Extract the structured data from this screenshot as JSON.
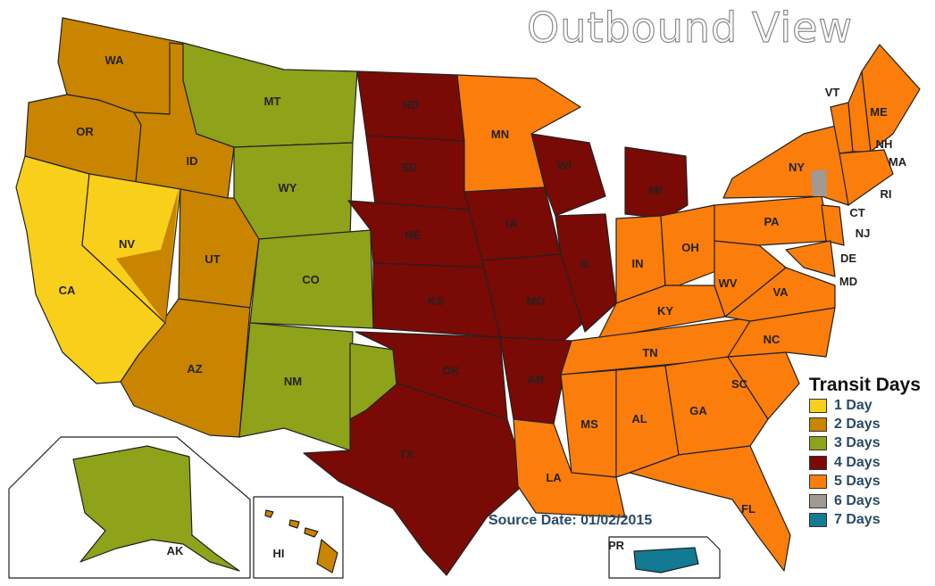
{
  "title": "Outbound View",
  "source_date": "Source Date: 01/02/2015",
  "legend": {
    "title": "Transit Days",
    "items": [
      {
        "label": "1 Day",
        "color": "#f8cf1a"
      },
      {
        "label": "2 Days",
        "color": "#c98400"
      },
      {
        "label": "3 Days",
        "color": "#8ea21a"
      },
      {
        "label": "4 Days",
        "color": "#7a0a05"
      },
      {
        "label": "5 Days",
        "color": "#fb7d0b"
      },
      {
        "label": "6 Days",
        "color": "#a09a93"
      },
      {
        "label": "7 Days",
        "color": "#127a93"
      }
    ]
  },
  "states": {
    "WA": "WA",
    "OR": "OR",
    "CA": "CA",
    "NV": "NV",
    "ID": "ID",
    "MT": "MT",
    "WY": "WY",
    "UT": "UT",
    "AZ": "AZ",
    "CO": "CO",
    "NM": "NM",
    "ND": "ND",
    "SD": "SD",
    "NE": "NE",
    "KS": "KS",
    "OK": "OK",
    "TX": "TX",
    "MN": "MN",
    "IA": "IA",
    "MO": "MO",
    "AR": "AR",
    "LA": "LA",
    "WI": "WI",
    "IL": "IL",
    "MI": "MI",
    "IN": "IN",
    "OH": "OH",
    "KY": "KY",
    "TN": "TN",
    "MS": "MS",
    "AL": "AL",
    "GA": "GA",
    "FL": "FL",
    "SC": "SC",
    "NC": "NC",
    "VA": "VA",
    "WV": "WV",
    "PA": "PA",
    "NY": "NY",
    "VT": "VT",
    "NH": "NH",
    "ME": "ME",
    "MA": "MA",
    "RI": "RI",
    "CT": "CT",
    "NJ": "NJ",
    "DE": "DE",
    "MD": "MD",
    "AK": "AK",
    "HI": "HI",
    "PR": "PR"
  }
}
